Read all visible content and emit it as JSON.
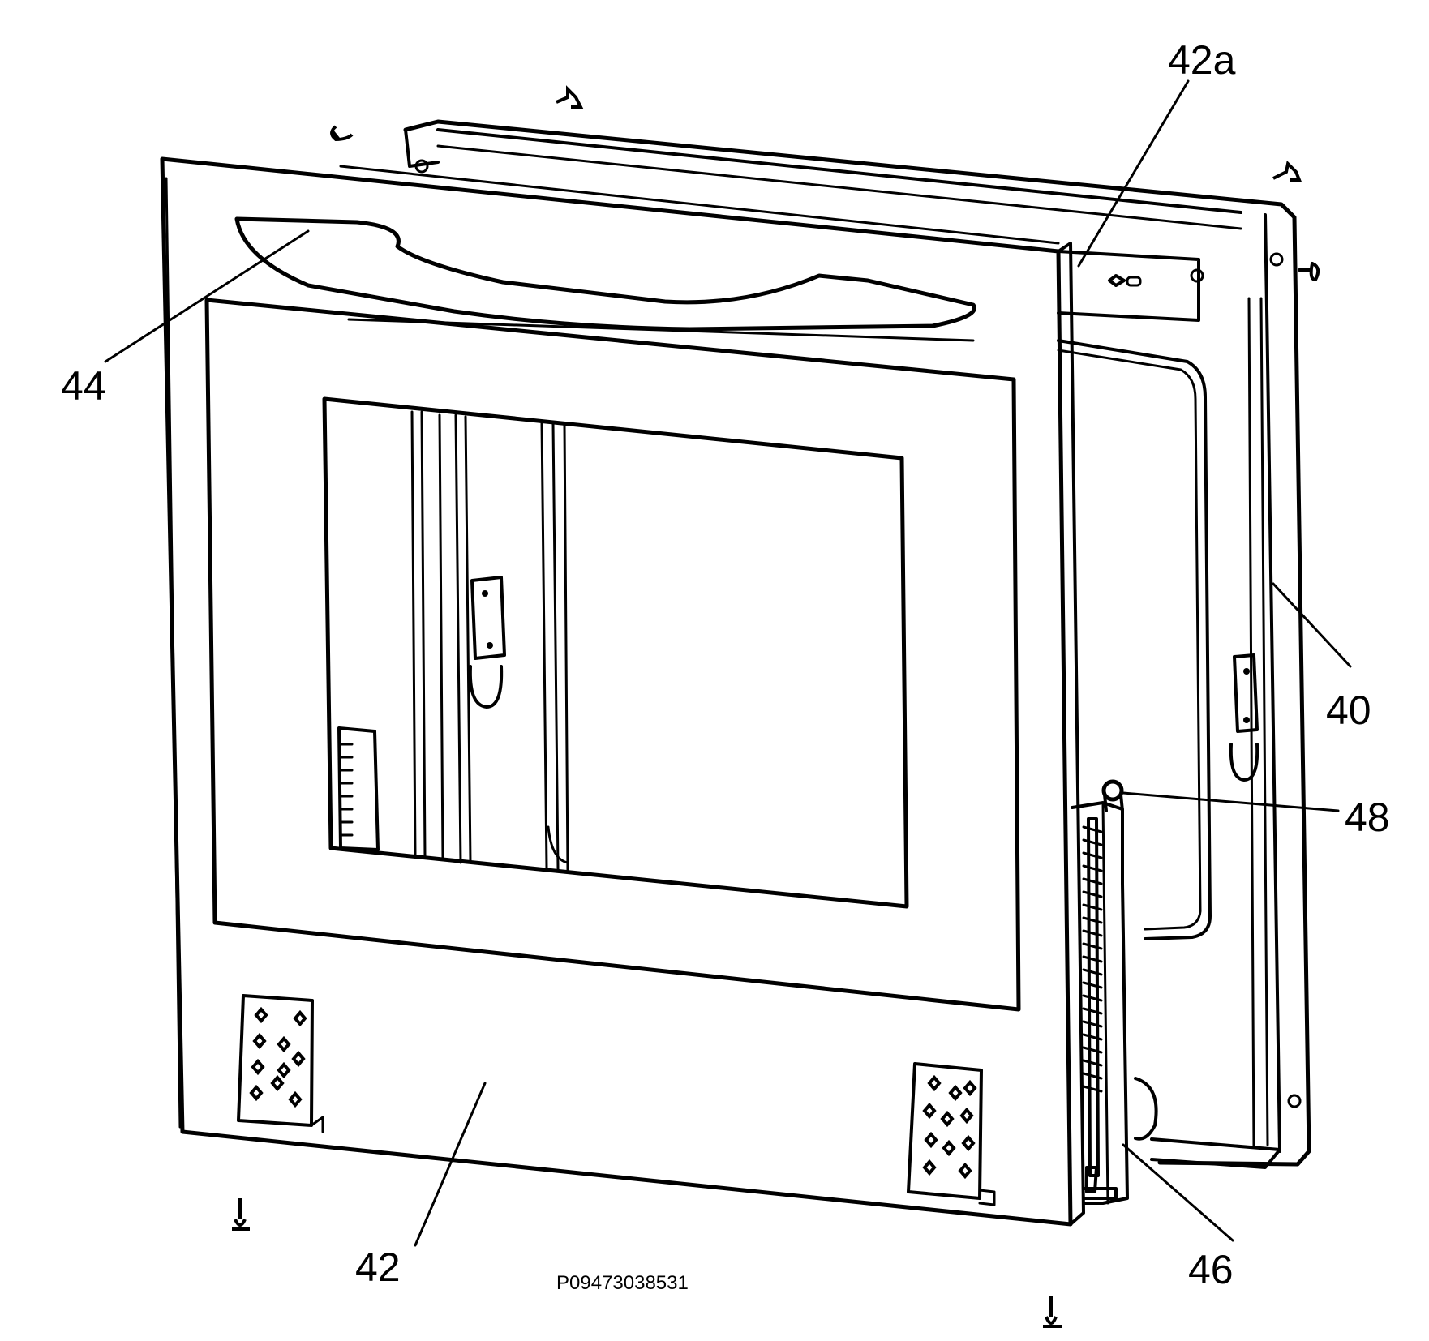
{
  "labels": {
    "door_front": "42",
    "door_inner": "42a",
    "handle": "44",
    "frame": "40",
    "hinge_pin": "48",
    "hinge": "46"
  },
  "reference": "P09473038531",
  "colors": {
    "ink": "#000000",
    "paper": "#ffffff"
  }
}
